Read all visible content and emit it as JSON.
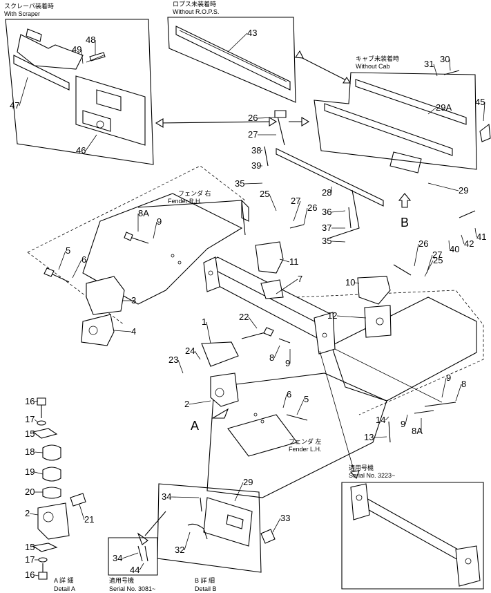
{
  "diagram": {
    "captions": {
      "with_scraper": [
        "スクレーパ装着時",
        "With  Scraper"
      ],
      "without_rops": [
        "ロプス未装着時",
        "Without  R.O.P.S."
      ],
      "without_cab": [
        "キャブ未装着時",
        "Without  Cab"
      ],
      "fender_rh": [
        "フェンダ 右",
        "Fender  R.H."
      ],
      "fender_lh": [
        "フェンダ 左",
        "Fender  L.H."
      ],
      "serial_3223": [
        "適用号機",
        "Serial  No.  3223~"
      ],
      "detail_a": [
        "A  詳 細",
        "Detail  A"
      ],
      "serial_3081": [
        "適用号機",
        "Serial  No.  3081~"
      ],
      "detail_b": [
        "B  詳 細",
        "Detail  B"
      ]
    },
    "view_marks": {
      "a": "A",
      "b": "B"
    },
    "callouts": [
      "1",
      "2",
      "3",
      "4",
      "5",
      "6",
      "7",
      "8",
      "8A",
      "9",
      "10",
      "11",
      "12",
      "13",
      "14",
      "15",
      "16",
      "17",
      "18",
      "19",
      "20",
      "21",
      "22",
      "23",
      "24",
      "25",
      "26",
      "27",
      "28",
      "29",
      "29A",
      "30",
      "31",
      "32",
      "33",
      "34",
      "35",
      "36",
      "37",
      "38",
      "39",
      "40",
      "41",
      "42",
      "43",
      "44",
      "45",
      "46",
      "47",
      "48",
      "49"
    ]
  }
}
